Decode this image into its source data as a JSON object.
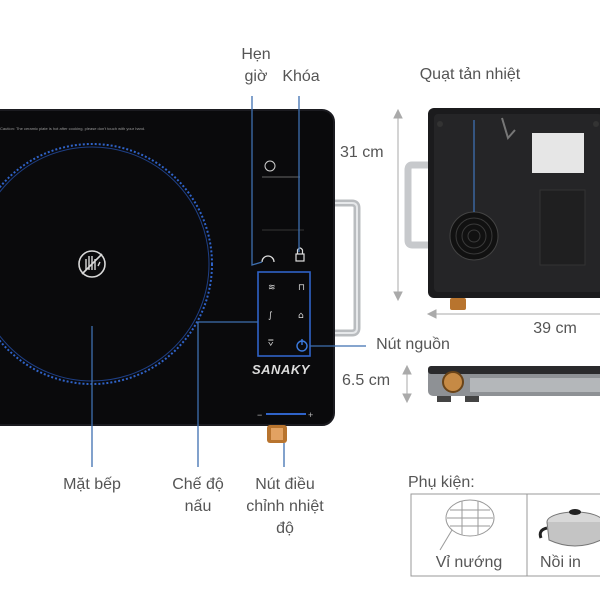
{
  "product": {
    "brand": "SANAKY",
    "warning_text": "Caution: The ceramic plate is hot after cooking, please don't touch with your hand."
  },
  "callouts": {
    "timer_line1": "Hẹn",
    "timer_line2": "giờ",
    "lock": "Khóa",
    "fan": "Quạt tản nhiệt",
    "power_button": "Nút nguồn",
    "cooktop": "Mặt bếp",
    "mode_line1": "Chế độ",
    "mode_line2": "nấu",
    "knob_line1": "Nút điều",
    "knob_line2": "chỉnh nhiệt",
    "knob_line3": "độ"
  },
  "dimensions": {
    "height": "31 cm",
    "width": "39 cm",
    "thickness": "6.5 cm"
  },
  "accessories": {
    "title": "Phụ kiện:",
    "items": [
      {
        "label": "Vỉ nướng",
        "icon": "grill-rack-icon"
      },
      {
        "label": "Nồi in",
        "icon": "pot-icon"
      }
    ]
  },
  "colors": {
    "glass": "#0a0a0c",
    "ring": "#2f63c9",
    "callout_line": "#3e6fb0",
    "brass": "#b8742e"
  }
}
